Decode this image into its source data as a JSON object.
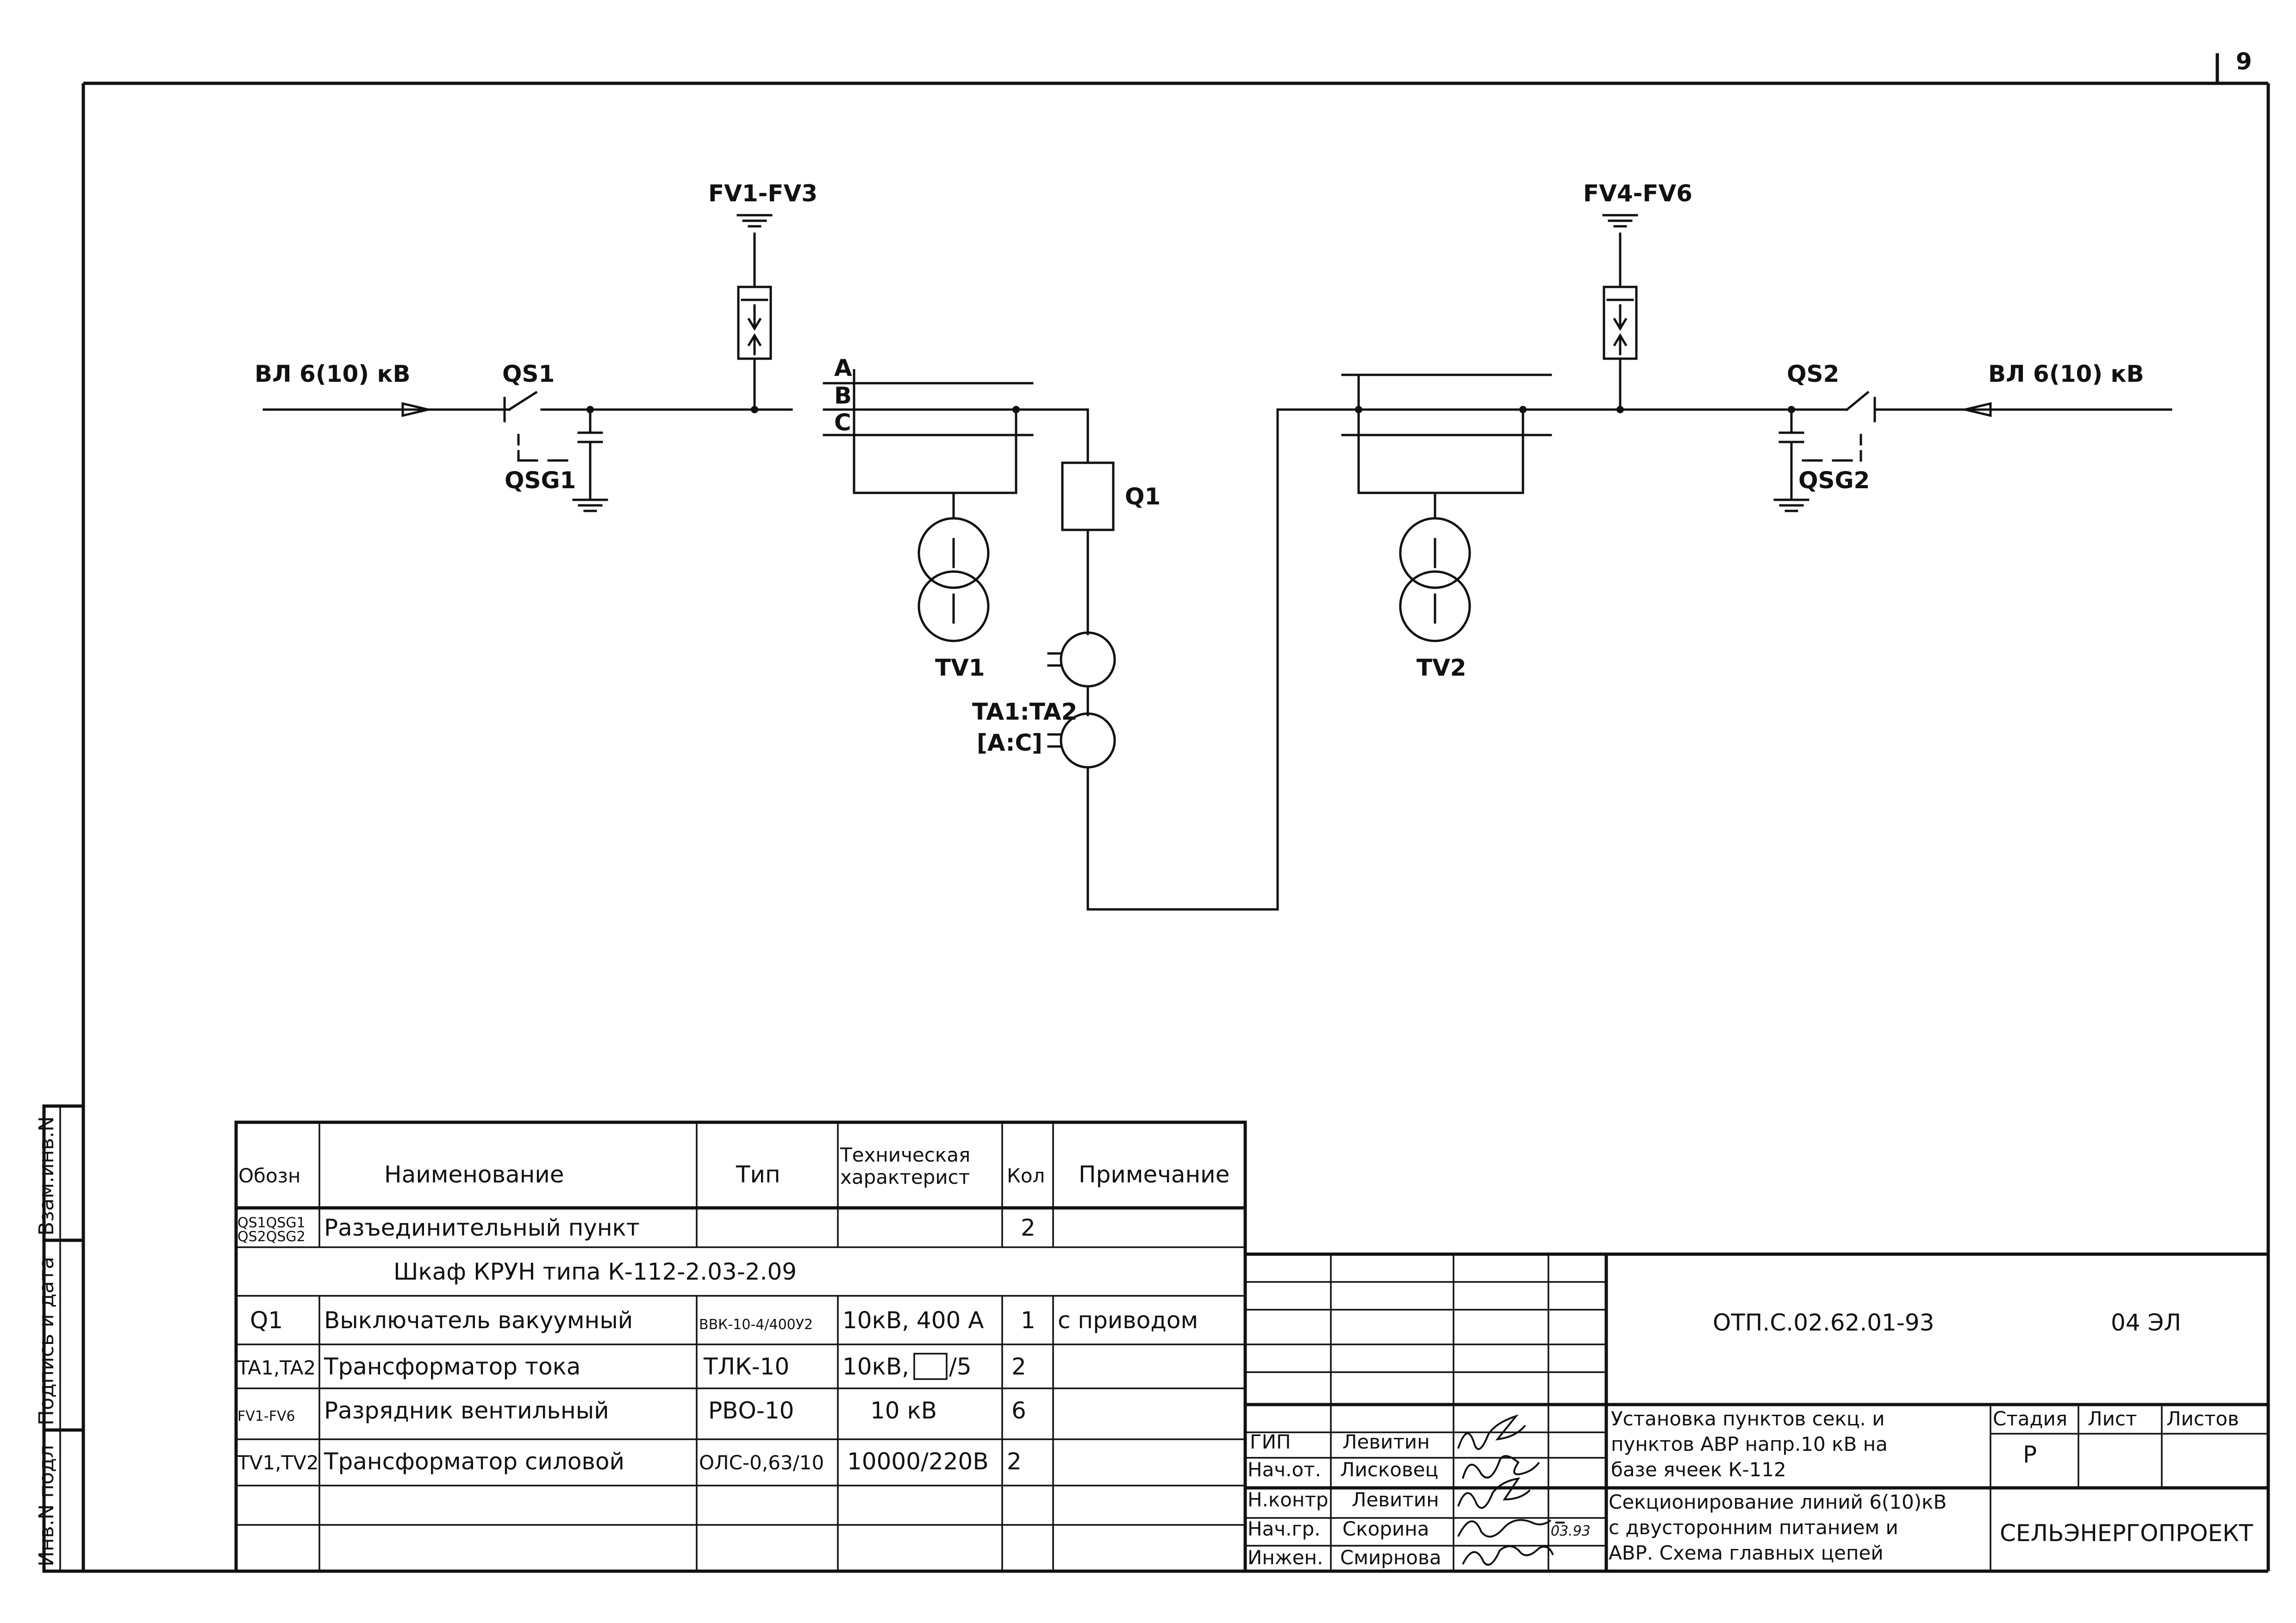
{
  "sheet": {
    "number": "9"
  },
  "schematic": {
    "line_left": "ВЛ 6(10) кВ",
    "line_right": "ВЛ 6(10) кВ",
    "qs1": "QS1",
    "qsg1": "QSG1",
    "qs2": "QS2",
    "qsg2": "QSG2",
    "fv_left": "FV1-FV3",
    "fv_right": "FV4-FV6",
    "phase_a": "A",
    "phase_b": "B",
    "phase_c": "C",
    "q1": "Q1",
    "tv1": "TV1",
    "tv2": "TV2",
    "ta": "TA1:TA2",
    "ta_phases": "[A:C]"
  },
  "side_stamp": {
    "field1": "Взам.инв.N",
    "field2": "Подпись и дата",
    "field3": "Инв.N подл"
  },
  "spec_table": {
    "headers": {
      "designation": "Обозн",
      "name": "Наименование",
      "type": "Тип",
      "tech": "Техническая характерист",
      "qty": "Кол",
      "note": "Примечание"
    },
    "row1": {
      "designation": "QS1QSG1 QS2QSG2",
      "name": "Разъединительный пункт",
      "type": "",
      "tech": "",
      "qty": "2",
      "note": ""
    },
    "section": "Шкаф КРУН типа К-112-2.03-2.09",
    "row2": {
      "designation": "Q1",
      "name": "Выключатель вакуумный",
      "type": "ВВК-10-4/400У2",
      "tech": "10кВ, 400 А",
      "qty": "1",
      "note": "с приводом"
    },
    "row3": {
      "designation": "TA1,TA2",
      "name": "Трансформатор тока",
      "type": "ТЛК-10",
      "tech_prefix": "10кВ,",
      "tech_suffix": "/5",
      "qty": "2",
      "note": ""
    },
    "row4": {
      "designation": "FV1-FV6",
      "name": "Разрядник вентильный",
      "type": "РВО-10",
      "tech": "10 кВ",
      "qty": "6",
      "note": ""
    },
    "row5": {
      "designation": "TV1,TV2",
      "name": "Трансформатор силовой",
      "type": "ОЛС-0,63/10",
      "tech": "10000/220В",
      "qty": "2",
      "note": ""
    }
  },
  "title_block": {
    "doc_code": "ОТП.С.02.62.01-93",
    "doc_suffix": "04 ЭЛ",
    "project_title_1": "Установка пунктов секц. и",
    "project_title_2": "пунктов АВР напр.10 кВ на",
    "project_title_3": "базе ячеек К-112",
    "sheet_title_1": "Секционирование линий 6(10)кВ",
    "sheet_title_2": "с двусторонним питанием и",
    "sheet_title_3": "АВР. Схема главных цепей",
    "stage_label": "Стадия",
    "sheet_label": "Лист",
    "sheets_label": "Листов",
    "stage_value": "Р",
    "organization": "СЕЛЬЭНЕРГОПРОЕКТ",
    "date": "03.93",
    "people": [
      {
        "role": "ГИП",
        "name": "Левитин"
      },
      {
        "role": "Нач.от.",
        "name": "Лисковец"
      },
      {
        "role": "Н.контр",
        "name": "Левитин"
      },
      {
        "role": "Нач.гр.",
        "name": "Скорина"
      },
      {
        "role": "Инжен.",
        "name": "Смирнова"
      }
    ]
  }
}
